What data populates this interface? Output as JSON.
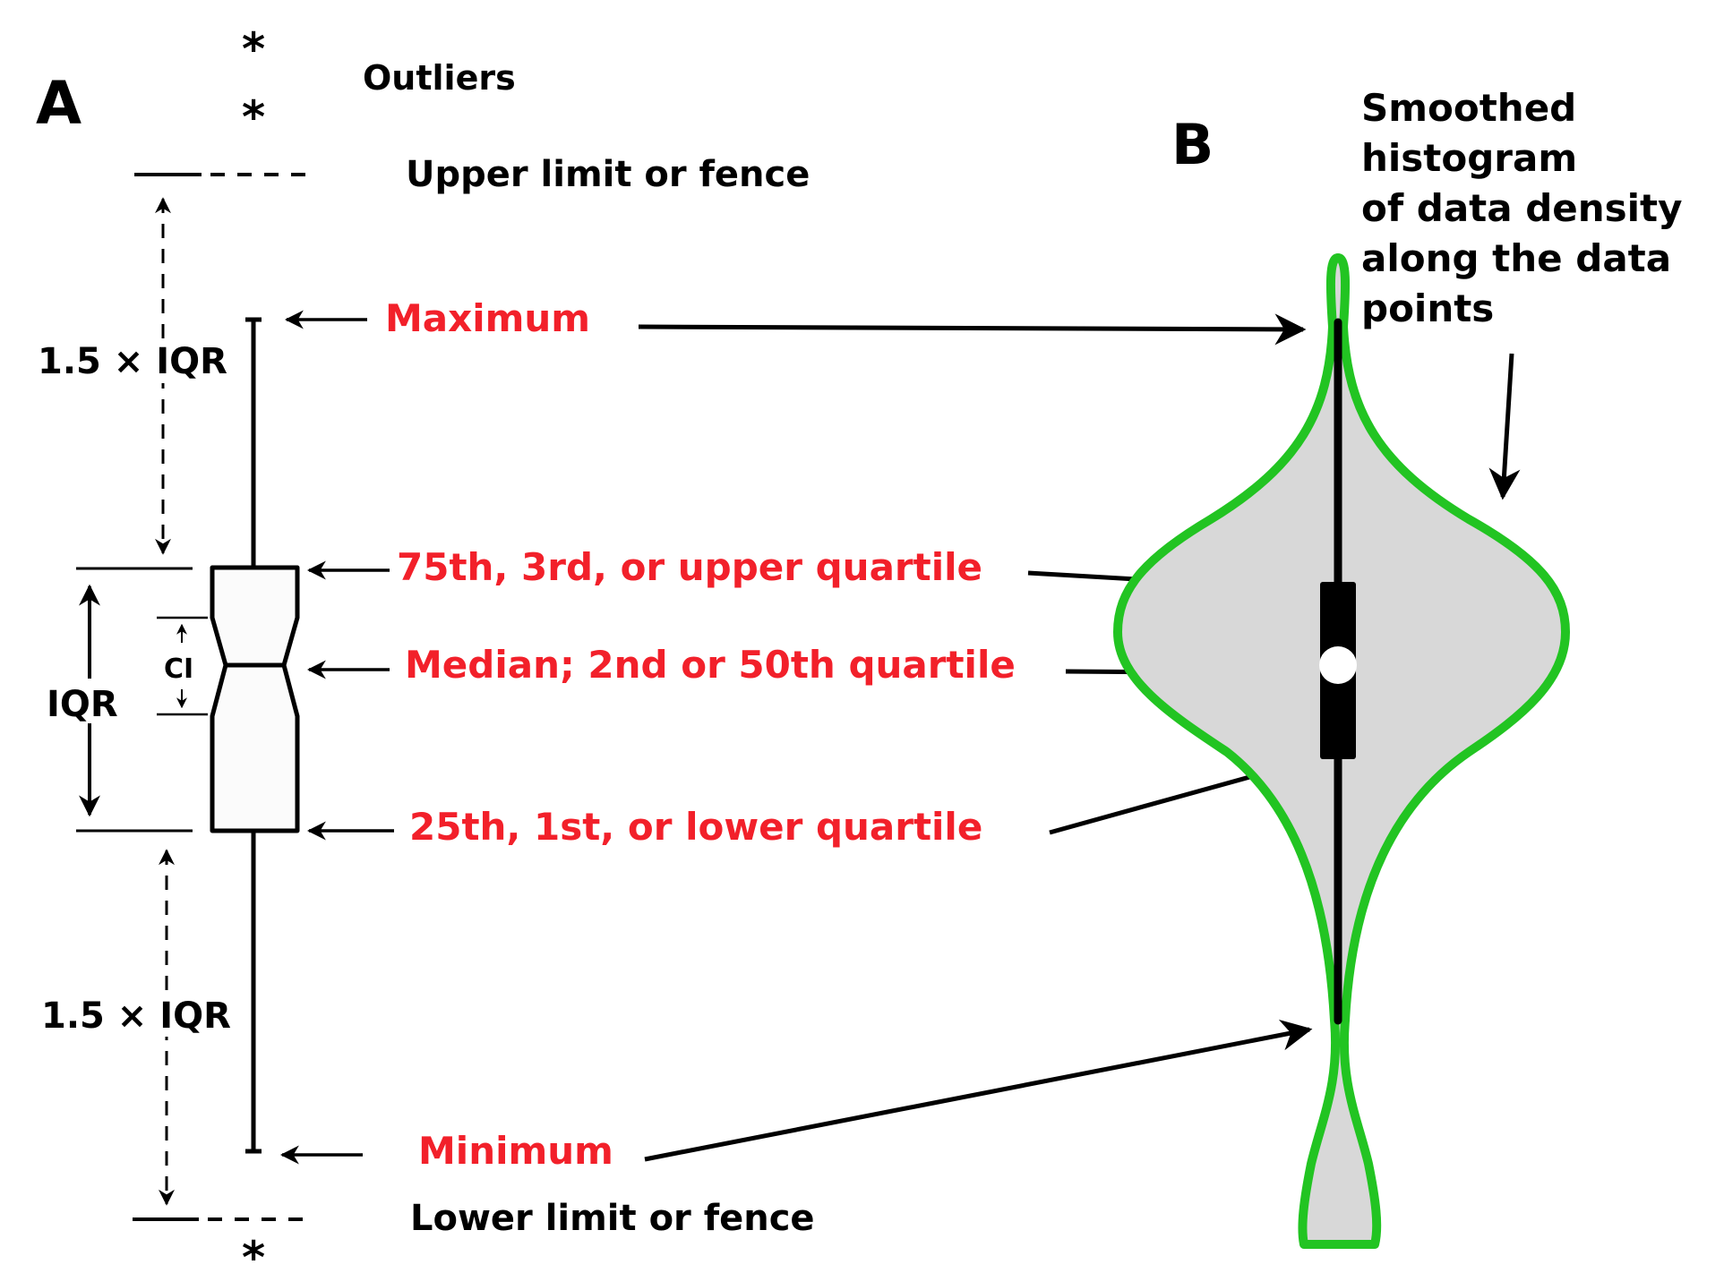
{
  "colors": {
    "label_red": "#f2202a",
    "text_black": "#000000",
    "violin_outline": "#22c422",
    "violin_fill": "#d8d8d8",
    "box_fill": "#fbfbfb"
  },
  "panel_a": {
    "letter": "A",
    "outlier_symbol": "*",
    "outliers_label": "Outliers",
    "upper_fence_label": "Upper limit or fence",
    "lower_fence_label": "Lower limit or fence",
    "upper_iqr_span_label": "1.5 × IQR",
    "lower_iqr_span_label": "1.5 × IQR",
    "iqr_label": "IQR",
    "ci_label": "CI"
  },
  "labels": {
    "maximum": "Maximum",
    "upper_quartile": "75th, 3rd, or upper quartile",
    "median": "Median; 2nd or 50th quartile",
    "lower_quartile": "25th, 1st, or lower quartile",
    "minimum": "Minimum"
  },
  "panel_b": {
    "letter": "B",
    "description_lines": [
      "Smoothed",
      "histogram",
      "of data density",
      "along the data",
      "points"
    ]
  }
}
